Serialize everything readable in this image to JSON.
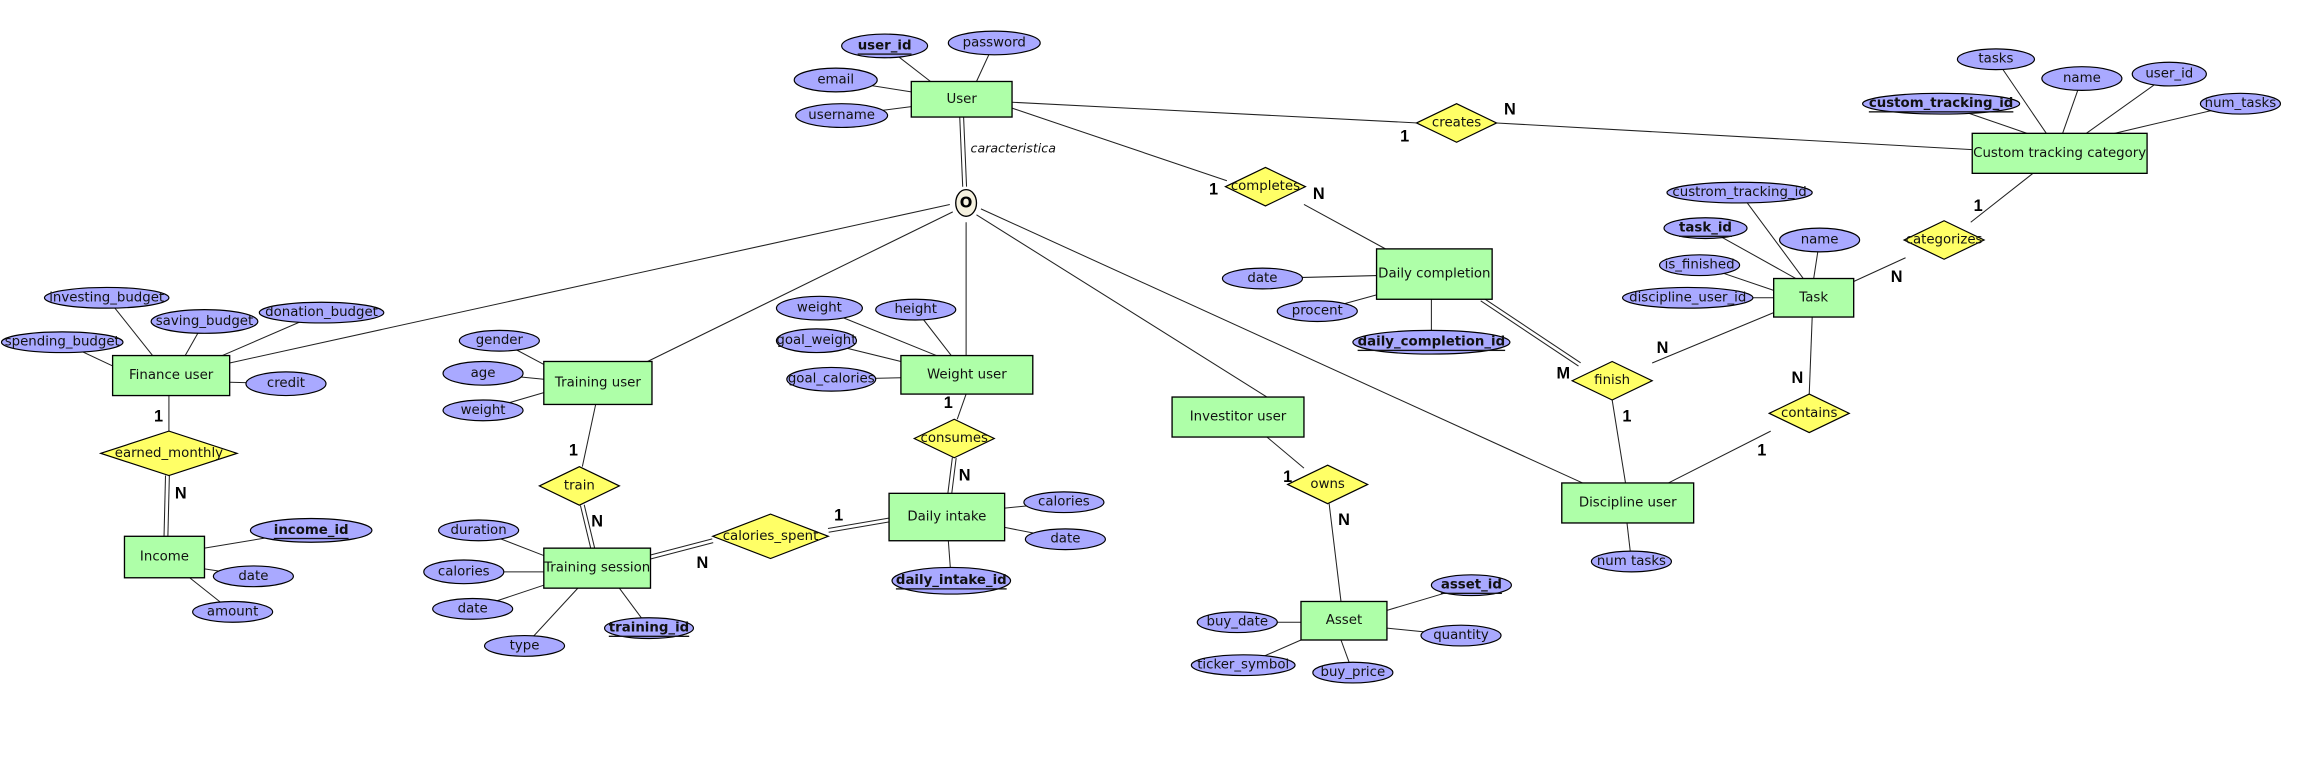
{
  "diagram": {
    "type": "er-diagram",
    "specialization": {
      "symbol": "O",
      "label": "caracteristica"
    },
    "entities": {
      "user": "User",
      "custom_tracking_category": "Custom tracking category",
      "task": "Task",
      "daily_completion": "Daily completion",
      "discipline_user": "Discipline user",
      "investitor_user": "Investitor user",
      "asset": "Asset",
      "weight_user": "Weight user",
      "daily_intake": "Daily intake",
      "training_user": "Training user",
      "training_session": "Training session",
      "finance_user": "Finance user",
      "income": "Income"
    },
    "relationships": {
      "creates": "creates",
      "completes": "completes",
      "categorizes": "categorizes",
      "contains": "contains",
      "finish": "finish",
      "owns": "owns",
      "consumes": "consumes",
      "calories_spent": "calories_spent",
      "train": "train",
      "earned_monthly": "earned_monthly"
    },
    "attributes": {
      "user": [
        {
          "name": "user_id",
          "key": true
        },
        {
          "name": "password",
          "key": false
        },
        {
          "name": "email",
          "key": false
        },
        {
          "name": "username",
          "key": false
        }
      ],
      "custom_tracking_category": [
        {
          "name": "tasks",
          "key": false
        },
        {
          "name": "name",
          "key": false
        },
        {
          "name": "user_id",
          "key": false
        },
        {
          "name": "custom_tracking_id",
          "key": true
        },
        {
          "name": "num_tasks",
          "key": false
        }
      ],
      "task": [
        {
          "name": "custrom_tracking_id",
          "key": false
        },
        {
          "name": "task_id",
          "key": true
        },
        {
          "name": "name",
          "key": false
        },
        {
          "name": "is_finished",
          "key": false
        },
        {
          "name": "discipline_user_id",
          "key": false
        }
      ],
      "daily_completion": [
        {
          "name": "date",
          "key": false
        },
        {
          "name": "procent",
          "key": false
        },
        {
          "name": "daily_completion_id",
          "key": true
        }
      ],
      "discipline_user": [
        {
          "name": "num tasks",
          "key": false
        }
      ],
      "asset": [
        {
          "name": "asset_id",
          "key": true
        },
        {
          "name": "quantity",
          "key": false
        },
        {
          "name": "buy_date",
          "key": false
        },
        {
          "name": "ticker_symbol",
          "key": false
        },
        {
          "name": "buy_price",
          "key": false
        }
      ],
      "weight_user": [
        {
          "name": "weight",
          "key": false
        },
        {
          "name": "height",
          "key": false
        },
        {
          "name": "goal_weight",
          "key": false
        },
        {
          "name": "goal_calories",
          "key": false
        }
      ],
      "daily_intake": [
        {
          "name": "calories",
          "key": false
        },
        {
          "name": "date",
          "key": false
        },
        {
          "name": "daily_intake_id",
          "key": true
        }
      ],
      "training_user": [
        {
          "name": "gender",
          "key": false
        },
        {
          "name": "age",
          "key": false
        },
        {
          "name": "weight",
          "key": false
        }
      ],
      "training_session": [
        {
          "name": "duration",
          "key": false
        },
        {
          "name": "calories",
          "key": false
        },
        {
          "name": "date",
          "key": false
        },
        {
          "name": "type",
          "key": false
        },
        {
          "name": "training_id",
          "key": true
        }
      ],
      "finance_user": [
        {
          "name": "investing_budget",
          "key": false
        },
        {
          "name": "saving_budget",
          "key": false
        },
        {
          "name": "donation_budget",
          "key": false
        },
        {
          "name": "spending_budget",
          "key": false
        },
        {
          "name": "credit",
          "key": false
        }
      ],
      "income": [
        {
          "name": "income_id",
          "key": true
        },
        {
          "name": "date",
          "key": false
        },
        {
          "name": "amount",
          "key": false
        }
      ]
    },
    "cardinalities": {
      "creates": {
        "user": "1",
        "custom_tracking_category": "N"
      },
      "completes": {
        "user": "1",
        "daily_completion": "N"
      },
      "categorizes": {
        "custom_tracking_category": "1",
        "task": "N"
      },
      "contains": {
        "task": "N",
        "discipline_user": "1"
      },
      "finish": {
        "daily_completion": "M",
        "task": "N",
        "discipline_user": "1"
      },
      "owns": {
        "investitor_user": "1",
        "asset": "N"
      },
      "consumes": {
        "weight_user": "1",
        "daily_intake": "N"
      },
      "calories_spent": {
        "daily_intake": "1",
        "training_session": "N"
      },
      "train": {
        "training_user": "1",
        "training_session": "N"
      },
      "earned_monthly": {
        "finance_user": "1",
        "income": "N"
      }
    },
    "subtypes": [
      "finance_user",
      "training_user",
      "weight_user",
      "investitor_user",
      "discipline_user"
    ]
  }
}
